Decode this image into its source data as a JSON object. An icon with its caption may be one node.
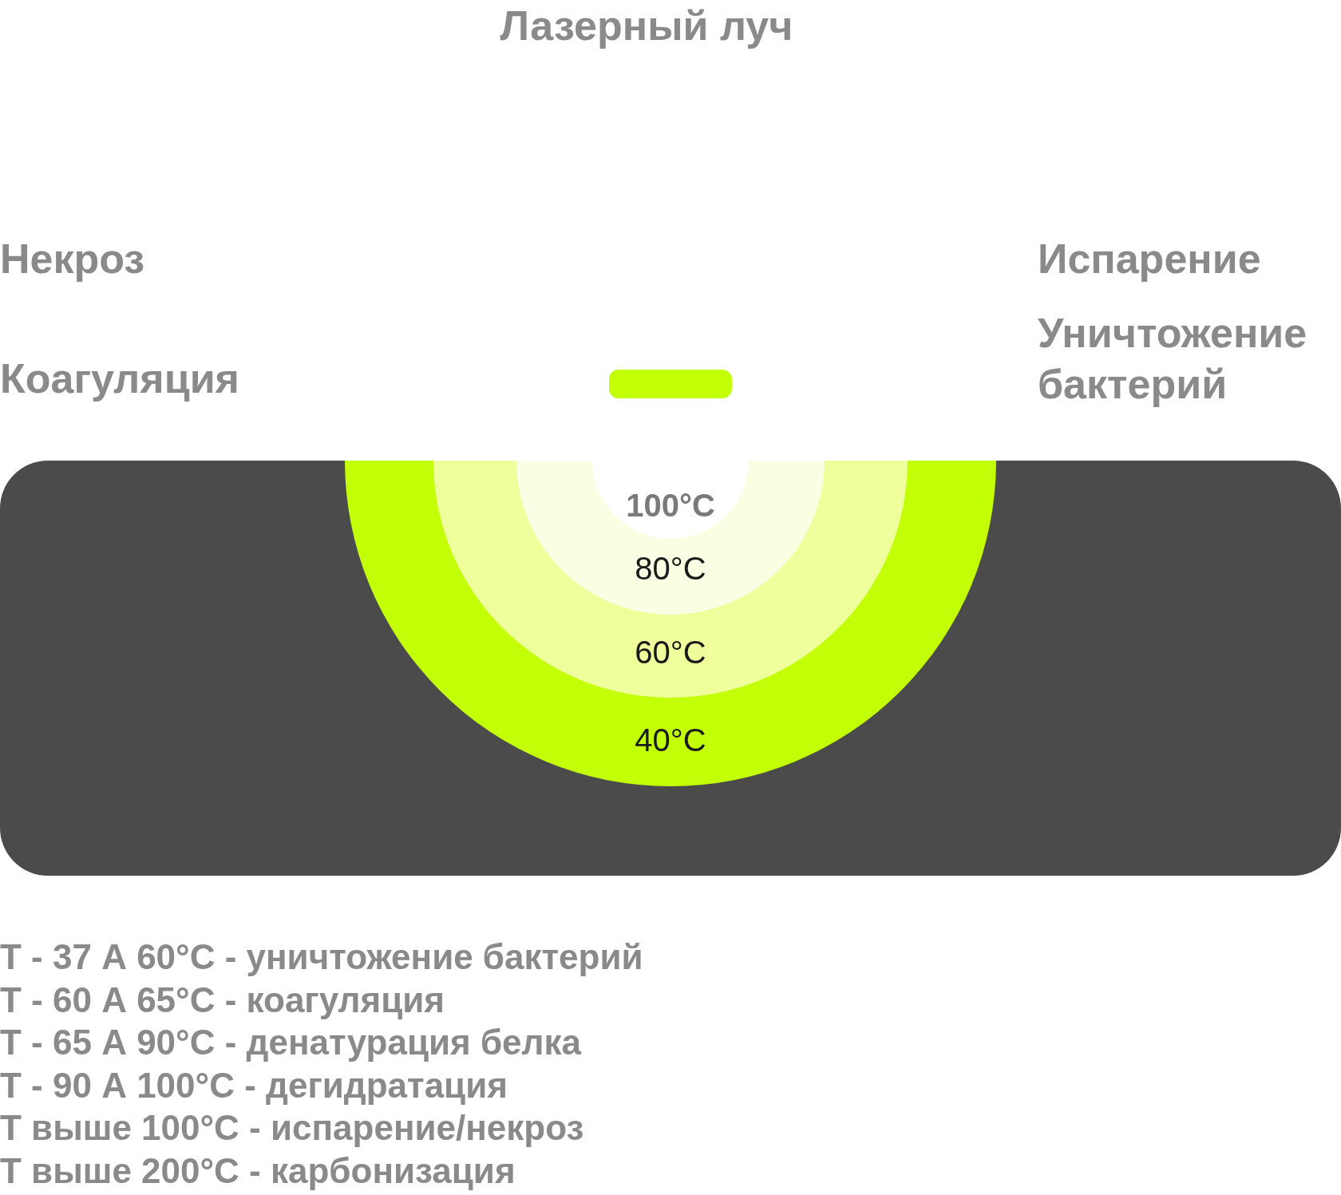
{
  "diagram": {
    "nodes": [
      {
        "text": [],
        "shape": "box"
      },
      {
        "text": [
          "40°C"
        ],
        "in": 0
      },
      {
        "text": [
          "60°C"
        ],
        "in": 1
      },
      {
        "text": [
          "80°C"
        ],
        "in": 2
      },
      {
        "text": [
          "100°C"
        ],
        "in": 3
      },
      {
        "text": [],
        "shape": "bar"
      }
    ],
    "edges": [],
    "labels": [
      "Лазерный луч",
      "Некроз",
      "Испарение",
      "Коагуляция",
      "Уничтожение бактерий",
      "Т - 37 А 60°С - уничтожение бактерий",
      "Т - 60 А 65°С - коагуляция",
      "Т - 65 А 90°С - денатурация белка",
      "Т - 90 А 100°С - дегидратация",
      "Т выше 100°С - испарение/некроз",
      "Т выше 200°С - карбонизация"
    ]
  }
}
